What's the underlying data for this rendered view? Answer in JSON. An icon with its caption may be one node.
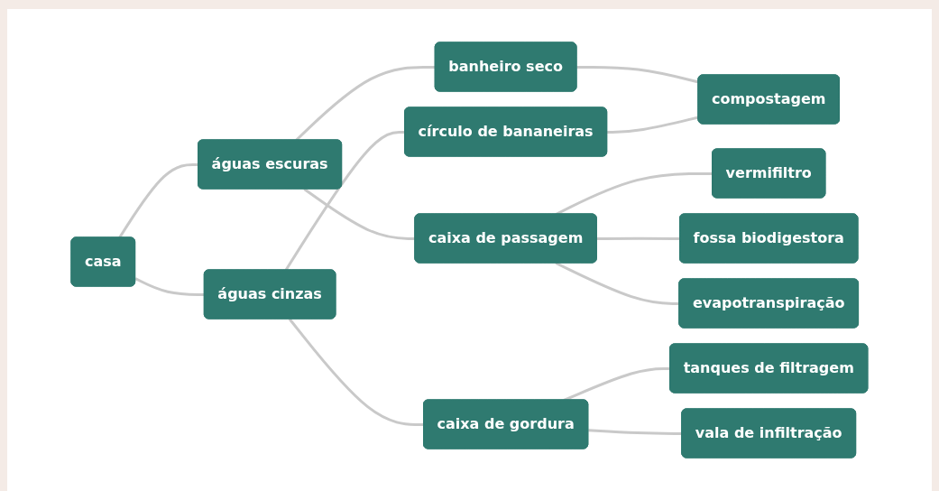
{
  "diagram": {
    "nodes": [
      {
        "text": [
          "casa"
        ]
      },
      {
        "text": [
          "águas escuras"
        ]
      },
      {
        "text": [
          "águas cinzas"
        ]
      },
      {
        "text": [
          "banheiro seco"
        ]
      },
      {
        "text": [
          "caixa de passagem"
        ]
      },
      {
        "text": [
          "círculo de bananeiras"
        ]
      },
      {
        "text": [
          "caixa de gordura"
        ]
      },
      {
        "text": [
          "compostagem"
        ]
      },
      {
        "text": [
          "vermifiltro"
        ]
      },
      {
        "text": [
          "fossa biodigestora"
        ]
      },
      {
        "text": [
          "evapotranspiração"
        ]
      },
      {
        "text": [
          "tanques de filtragem"
        ]
      },
      {
        "text": [
          "vala de infiltração"
        ]
      }
    ],
    "edges": [
      {
        "from": 0,
        "to": 1,
        "arrow": "none"
      },
      {
        "from": 0,
        "to": 2,
        "arrow": "none"
      },
      {
        "from": 1,
        "to": 3,
        "arrow": "none"
      },
      {
        "from": 1,
        "to": 4,
        "arrow": "none"
      },
      {
        "from": 3,
        "to": 7,
        "arrow": "none"
      },
      {
        "from": 2,
        "to": 5,
        "arrow": "none"
      },
      {
        "from": 2,
        "to": 6,
        "arrow": "none"
      },
      {
        "from": 5,
        "to": 7,
        "arrow": "none"
      },
      {
        "from": 4,
        "to": 8,
        "arrow": "none"
      },
      {
        "from": 4,
        "to": 9,
        "arrow": "none"
      },
      {
        "from": 4,
        "to": 10,
        "arrow": "none"
      },
      {
        "from": 6,
        "to": 11,
        "arrow": "none"
      },
      {
        "from": 6,
        "to": 12,
        "arrow": "none"
      }
    ]
  }
}
